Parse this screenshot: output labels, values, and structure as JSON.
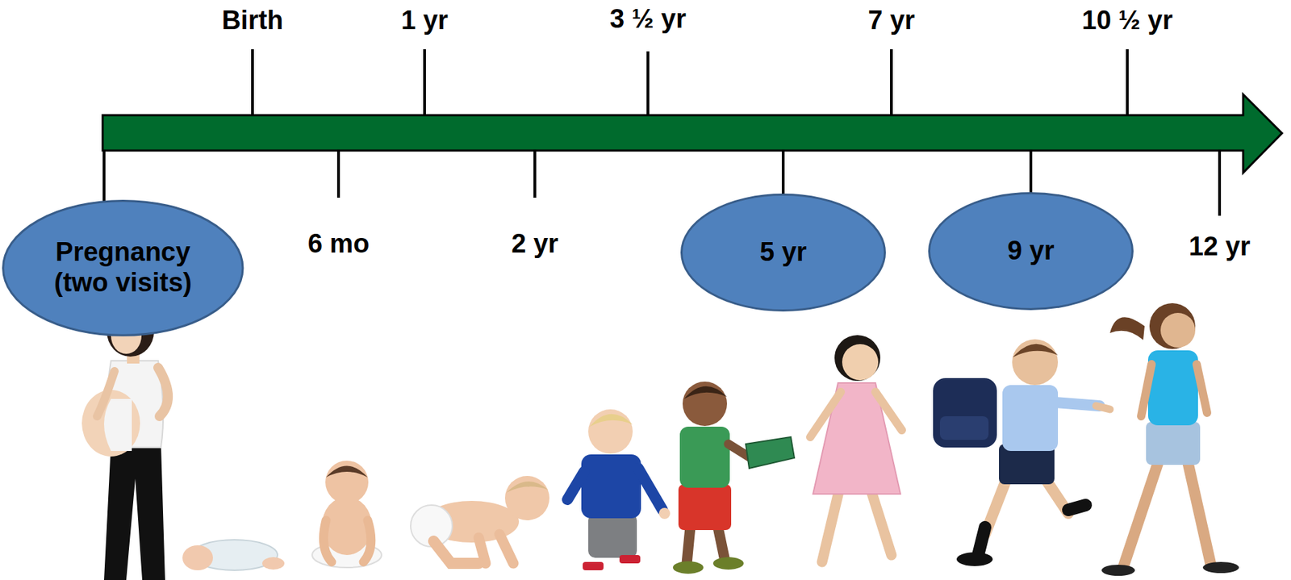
{
  "diagram": {
    "nodes": [
      {
        "text": [
          "Pregnancy (two visits)"
        ]
      },
      {
        "text": [
          "5 yr"
        ]
      },
      {
        "text": [
          "9 yr"
        ]
      }
    ],
    "labels": [
      "Birth",
      "1 yr",
      "3 ½ yr",
      "7 yr",
      "10 ½ yr",
      "6 mo",
      "2 yr",
      "12 yr"
    ]
  }
}
